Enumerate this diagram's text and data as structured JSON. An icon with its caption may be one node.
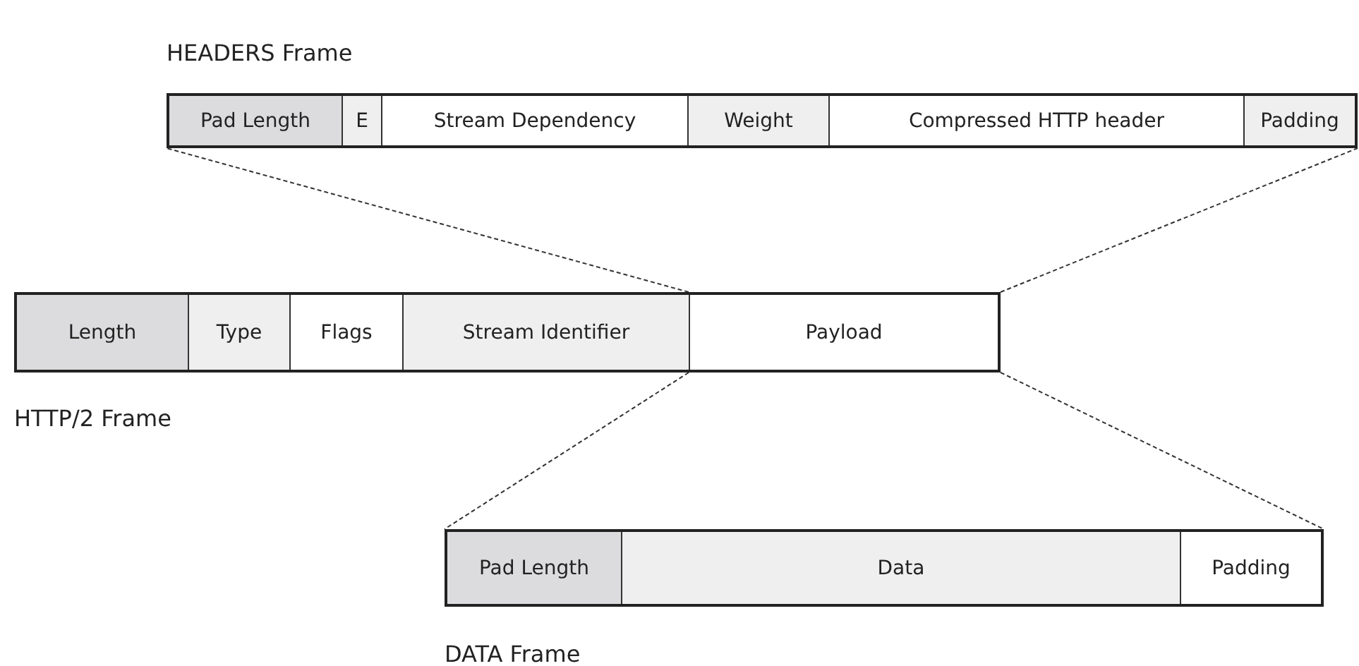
{
  "diagram": {
    "nodes": [
      {
        "text": [
          "HEADERS Frame"
        ]
      },
      {
        "text": [
          "Pad Length"
        ],
        "in": 0
      },
      {
        "text": [
          "E"
        ],
        "in": 0
      },
      {
        "text": [
          "Stream Dependency"
        ],
        "in": 0
      },
      {
        "text": [
          "Weight"
        ],
        "in": 0
      },
      {
        "text": [
          "Compressed HTTP header"
        ],
        "in": 0
      },
      {
        "text": [
          "Padding"
        ],
        "in": 0
      },
      {
        "text": [
          "HTTP/2 Frame"
        ]
      },
      {
        "text": [
          "Length"
        ],
        "in": 7
      },
      {
        "text": [
          "Type"
        ],
        "in": 7
      },
      {
        "text": [
          "Flags"
        ],
        "in": 7
      },
      {
        "text": [
          "Stream Identifier"
        ],
        "in": 7
      },
      {
        "text": [
          "Payload"
        ],
        "in": 7
      },
      {
        "text": [
          "DATA Frame"
        ]
      },
      {
        "text": [
          "Pad Length"
        ],
        "in": 13
      },
      {
        "text": [
          "Data"
        ],
        "in": 13
      },
      {
        "text": [
          "Padding"
        ],
        "in": 13
      }
    ],
    "edges": [
      {
        "from": 12,
        "to": 0,
        "arrow": "none",
        "style": "dashed"
      },
      {
        "from": 12,
        "to": 0,
        "arrow": "none",
        "style": "dashed"
      },
      {
        "from": 12,
        "to": 13,
        "arrow": "none",
        "style": "dashed"
      },
      {
        "from": 12,
        "to": 13,
        "arrow": "none",
        "style": "dashed"
      }
    ]
  }
}
